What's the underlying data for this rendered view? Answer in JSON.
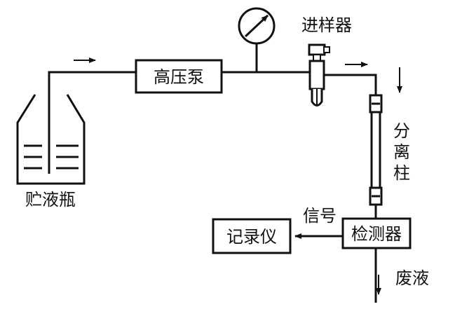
{
  "labels": {
    "pump": "高压泵",
    "injector": "进样器",
    "column": [
      "分",
      "离",
      "柱"
    ],
    "reservoir": "贮液瓶",
    "detector": "检测器",
    "recorder": "记录仪",
    "signal": "信号",
    "waste": "废液"
  },
  "colors": {
    "line": "#111111",
    "background": "#ffffff"
  }
}
